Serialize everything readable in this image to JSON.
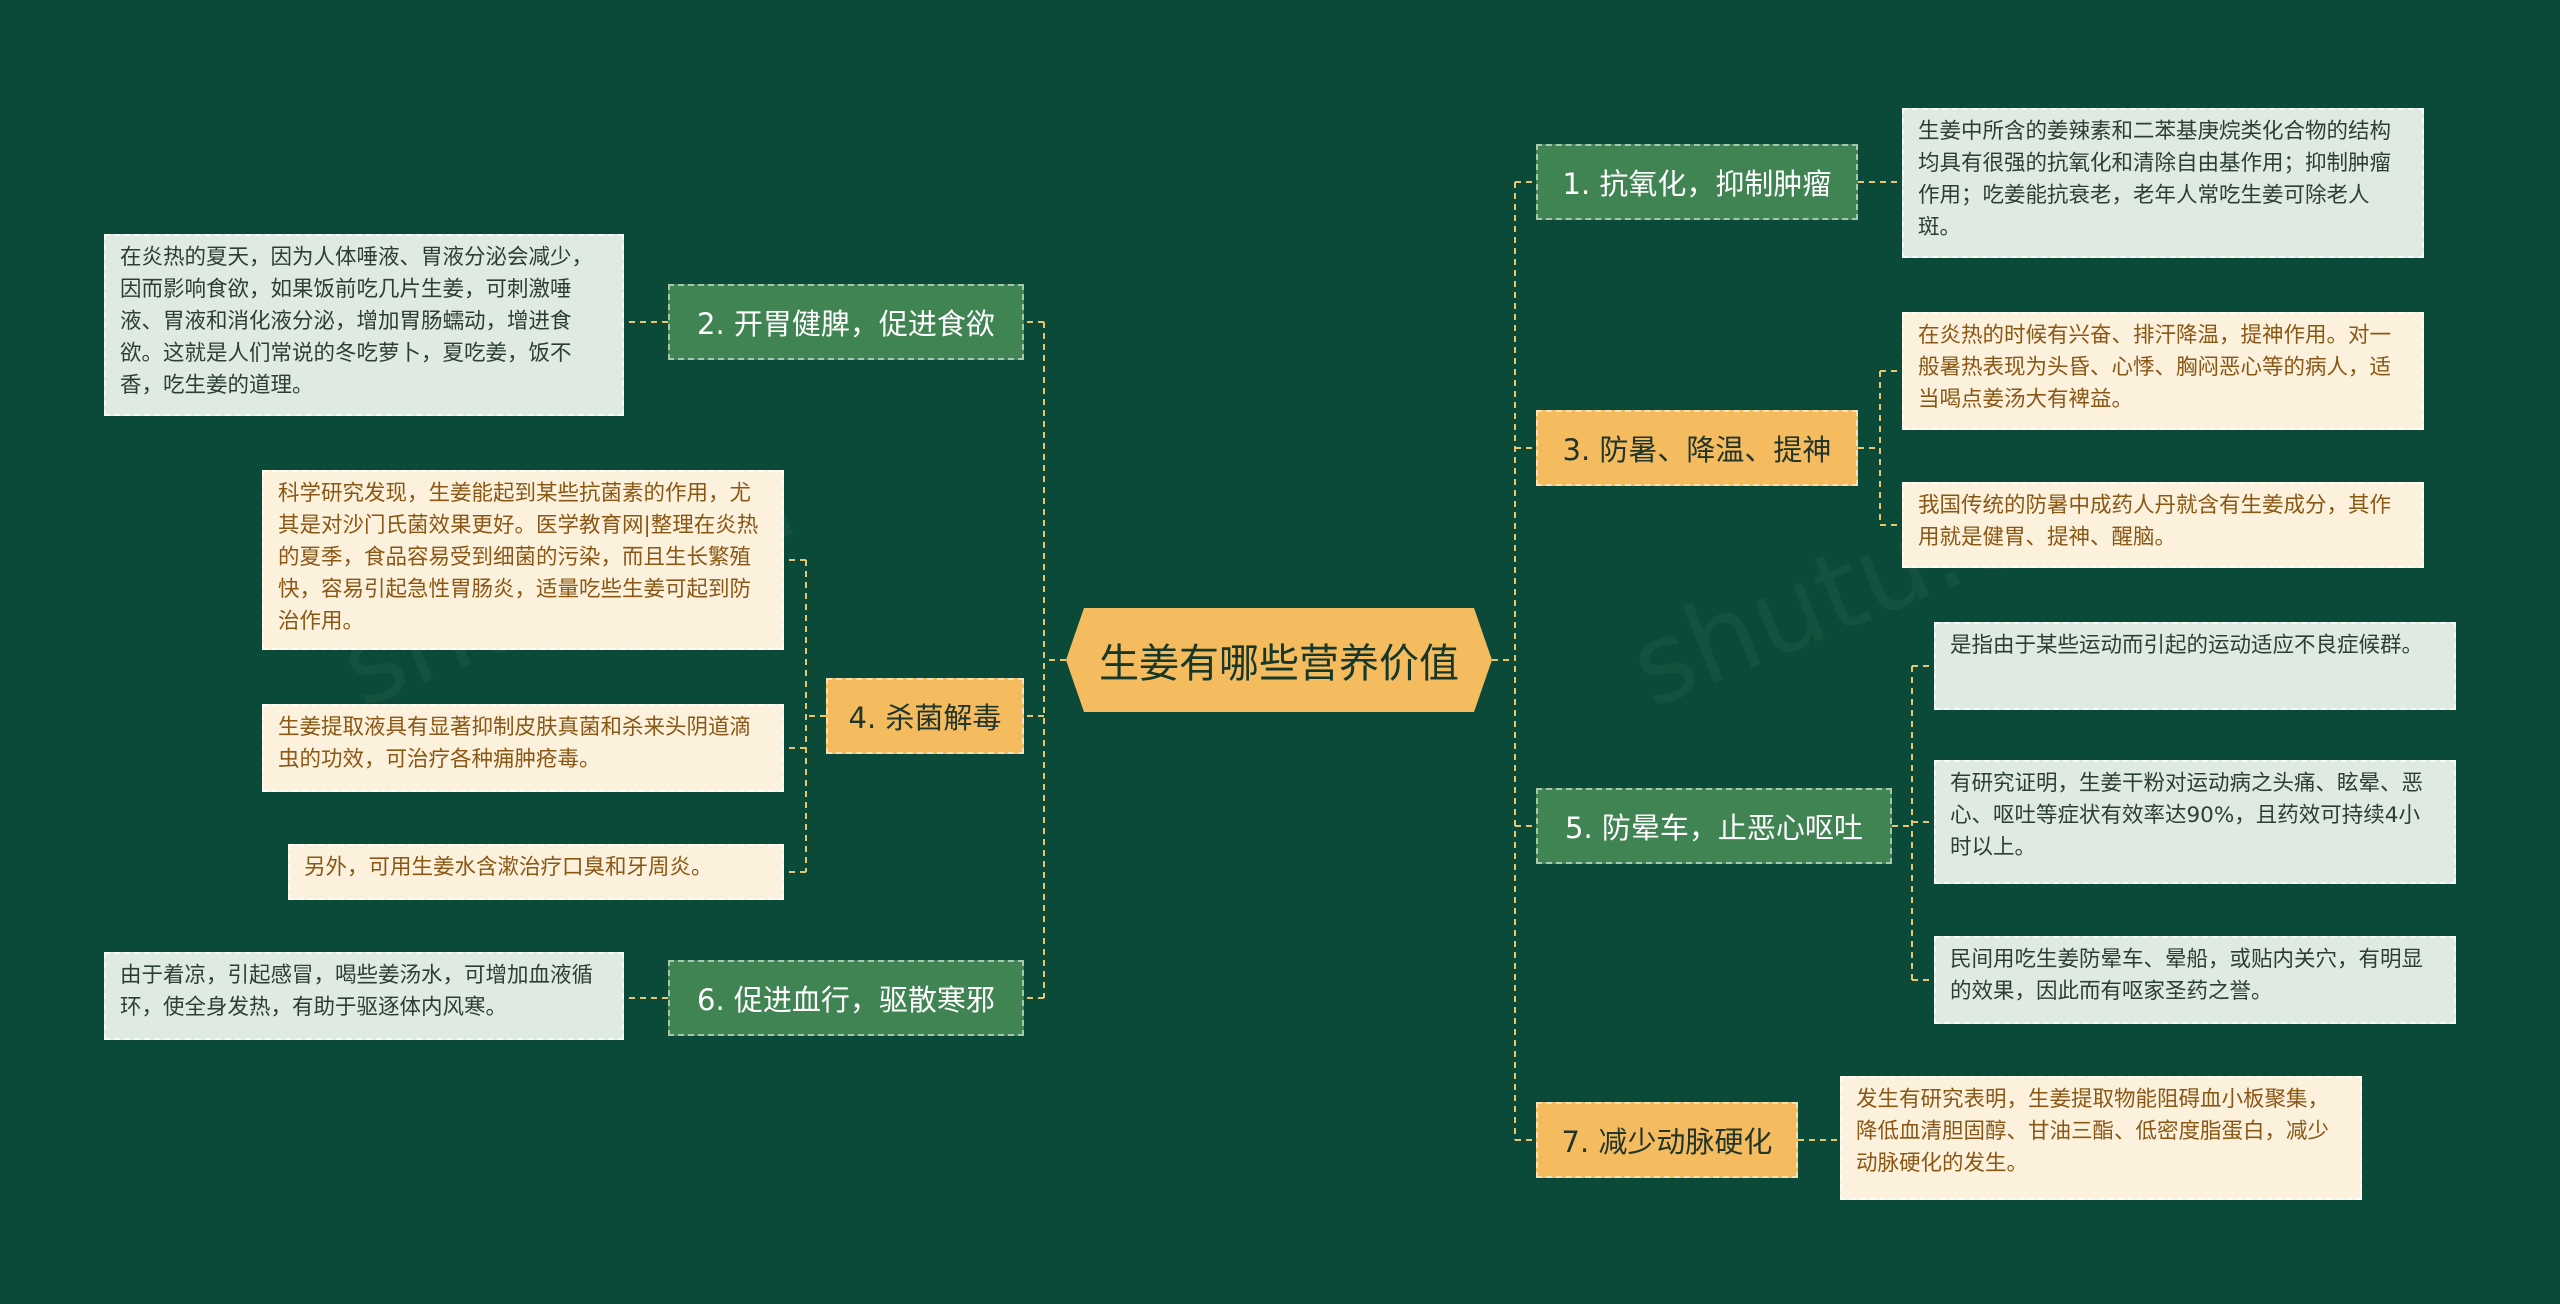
{
  "root": {
    "label": "生姜有哪些营养价值"
  },
  "branches": [
    {
      "label": "1. 抗氧化，抑制肿瘤",
      "leaves": [
        "生姜中所含的姜辣素和二苯基庚烷类化合物的结构均具有很强的抗氧化和清除自由基作用；抑制肿瘤作用；吃姜能抗衰老，老年人常吃生姜可除老人斑。"
      ]
    },
    {
      "label": "2. 开胃健脾，促进食欲",
      "leaves": [
        "在炎热的夏天，因为人体唾液、胃液分泌会减少，因而影响食欲，如果饭前吃几片生姜，可刺激唾液、胃液和消化液分泌，增加胃肠蠕动，增进食欲。这就是人们常说的冬吃萝卜，夏吃姜，饭不香，吃生姜的道理。"
      ]
    },
    {
      "label": "3. 防暑、降温、提神",
      "leaves": [
        "在炎热的时候有兴奋、排汗降温，提神作用。对一般暑热表现为头昏、心悸、胸闷恶心等的病人，适当喝点姜汤大有裨益。",
        "我国传统的防暑中成药人丹就含有生姜成分，其作用就是健胃、提神、醒脑。"
      ]
    },
    {
      "label": "4. 杀菌解毒",
      "leaves": [
        "科学研究发现，生姜能起到某些抗菌素的作用，尤其是对沙门氏菌效果更好。医学教育网|整理在炎热的夏季，食品容易受到细菌的污染，而且生长繁殖快，容易引起急性胃肠炎，适量吃些生姜可起到防治作用。",
        "生姜提取液具有显著抑制皮肤真菌和杀来头阴道滴虫的功效，可治疗各种痈肿疮毒。",
        "另外，可用生姜水含漱治疗口臭和牙周炎。"
      ]
    },
    {
      "label": "5. 防晕车，止恶心呕吐",
      "leaves": [
        "是指由于某些运动而引起的运动适应不良症候群。",
        "有研究证明，生姜干粉对运动病之头痛、眩晕、恶心、呕吐等症状有效率达90%，且药效可持续4小时以上。",
        "民间用吃生姜防晕车、晕船，或贴内关穴，有明显的效果，因此而有呕家圣药之誉。"
      ]
    },
    {
      "label": "6. 促进血行，驱散寒邪",
      "leaves": [
        "由于着凉，引起感冒，喝些姜汤水，可增加血液循环，使全身发热，有助于驱逐体内风寒。"
      ]
    },
    {
      "label": "7. 减少动脉硬化",
      "leaves": [
        "发生有研究表明，生姜提取物能阻碍血小板聚集，降低血清胆固醇、甘油三酯、低密度脂蛋白，减少动脉硬化的发生。"
      ]
    }
  ],
  "watermark": "shutu.cn",
  "colors": {
    "background": "#0b4a38",
    "root": "#f4bc5e",
    "branch_green": "#3f8452",
    "branch_yellow": "#f4bc5e",
    "leaf_green": "#dfebe2",
    "leaf_yellow": "#fcf1dc",
    "link": "#e9c56b"
  }
}
